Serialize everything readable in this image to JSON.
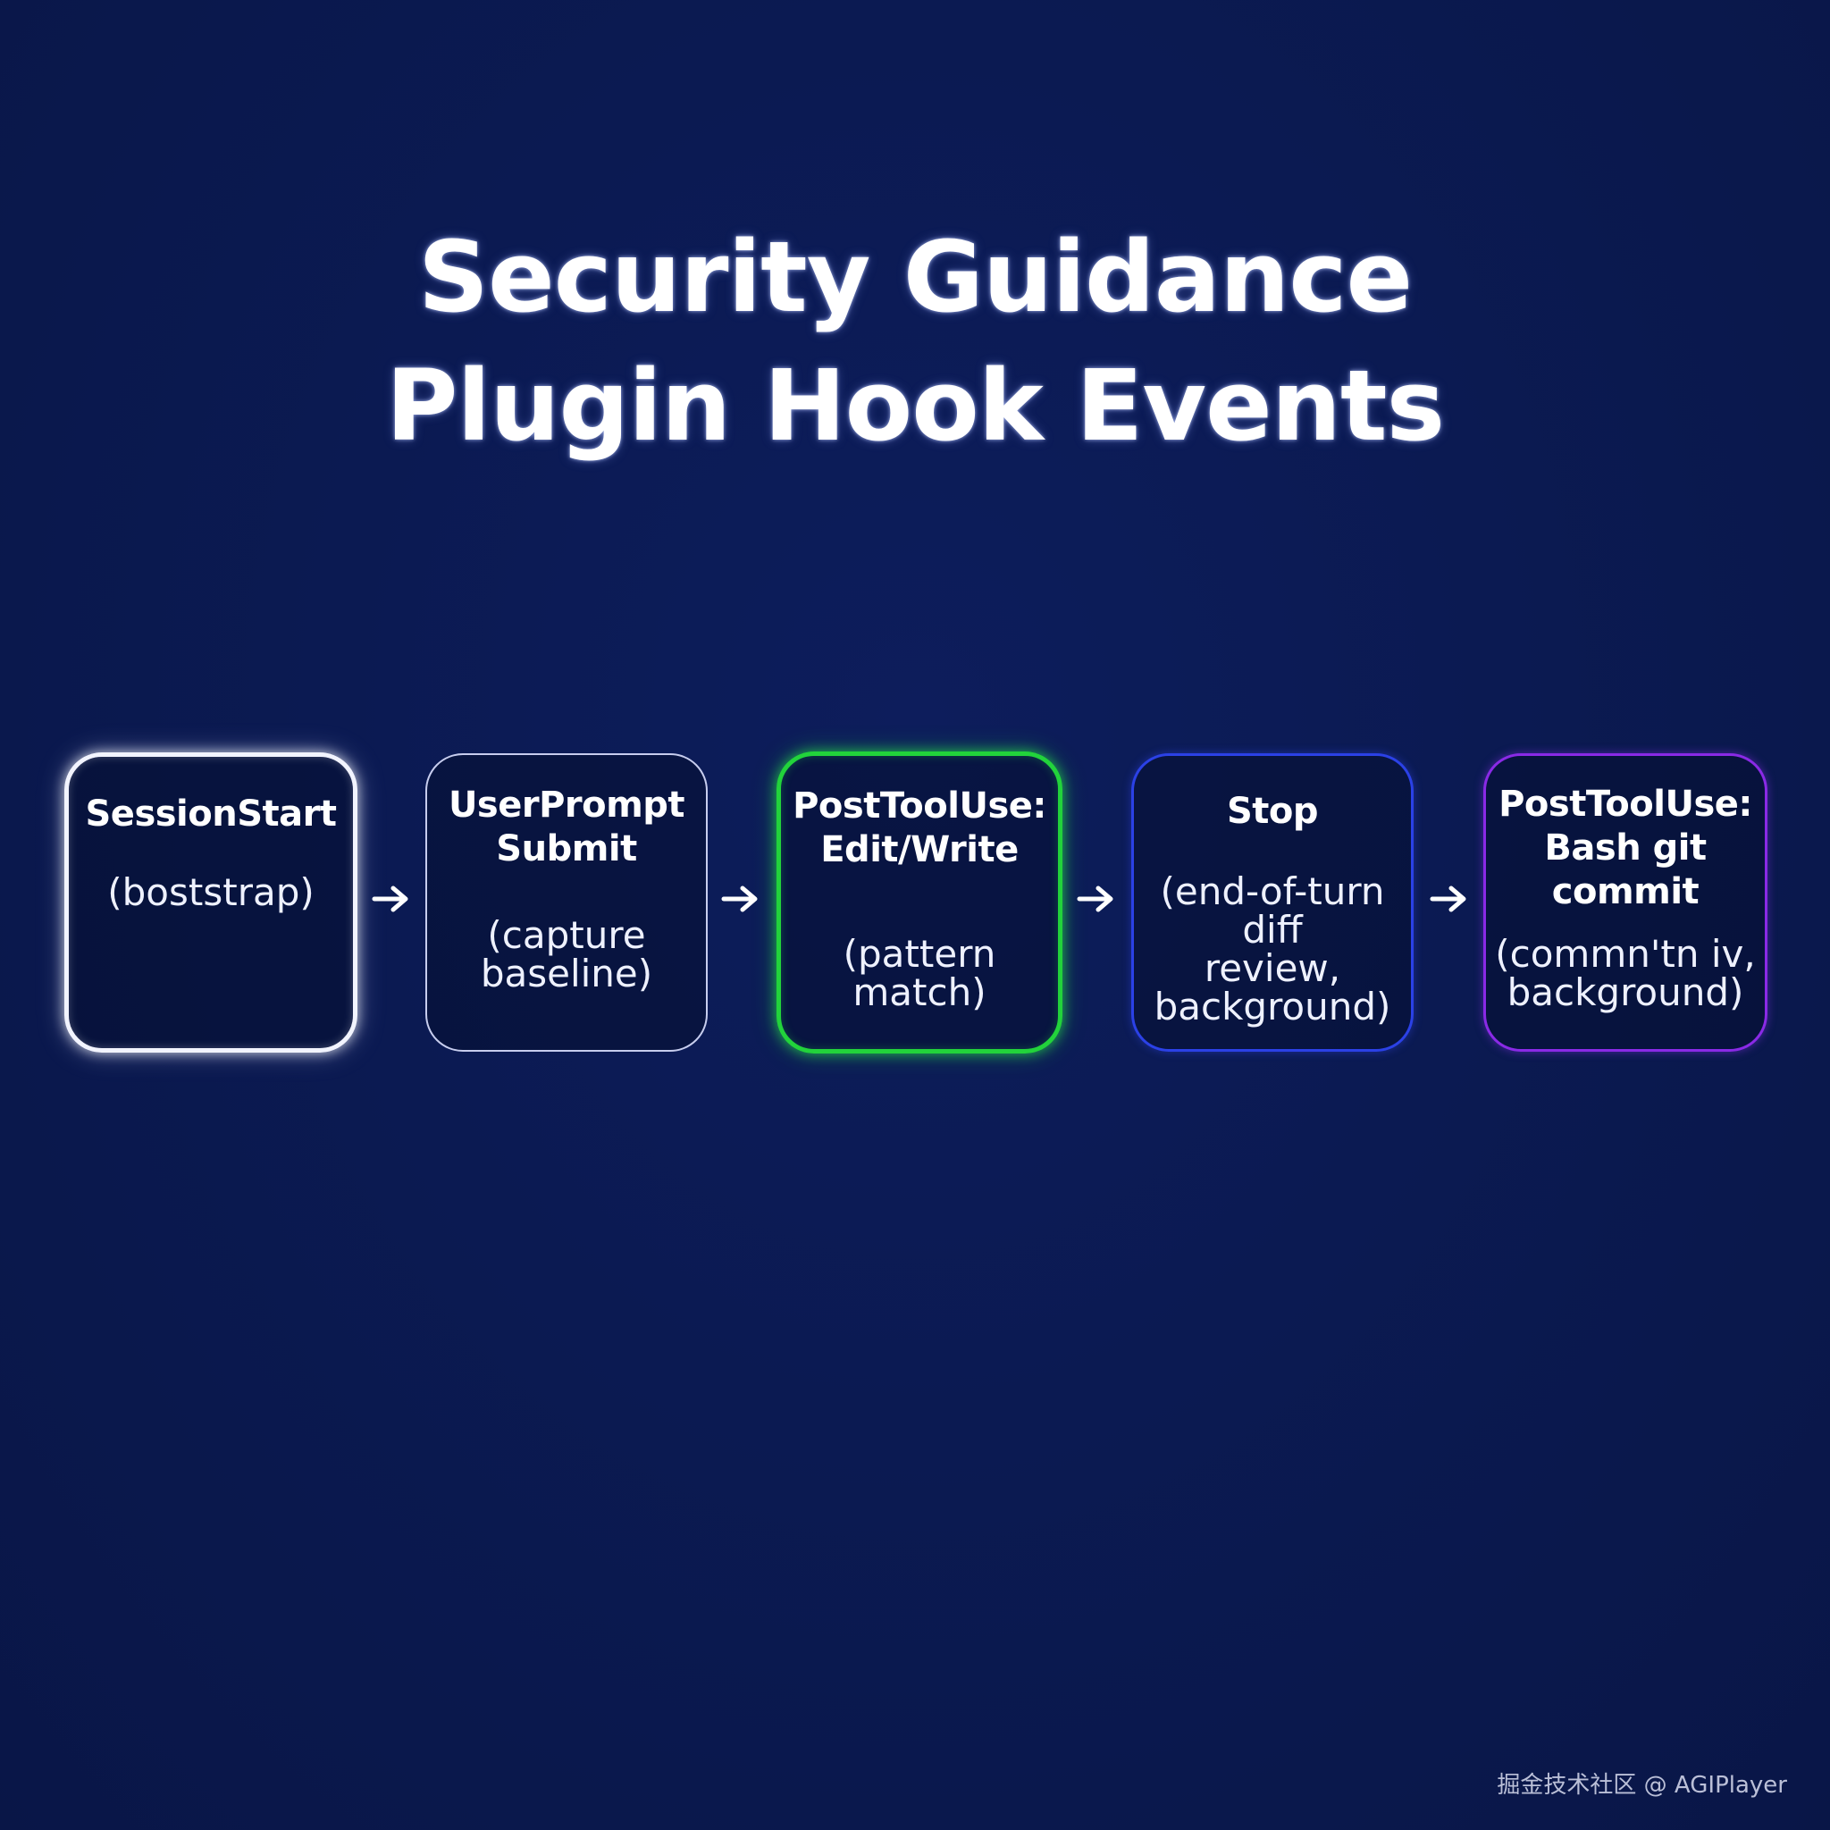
{
  "title": {
    "line1": "Security Guidance",
    "line2": "Plugin Hook Events"
  },
  "events": [
    {
      "name_lines": [
        "SessionStart"
      ],
      "desc_lines": [
        "(boststrap)"
      ],
      "color": "#f2f4ff"
    },
    {
      "name_lines": [
        "UserPrompt",
        "Submit"
      ],
      "desc_lines": [
        "(capture",
        "baseline)"
      ],
      "color": "#c7cdee"
    },
    {
      "name_lines": [
        "PostToolUse:",
        "Edit/Write"
      ],
      "desc_lines": [
        "(pattern",
        "match)"
      ],
      "color": "#22d33b"
    },
    {
      "name_lines": [
        "Stop"
      ],
      "desc_lines": [
        "(end-of-turn",
        "diff",
        "review,",
        "background)"
      ],
      "color": "#2b41e6"
    },
    {
      "name_lines": [
        "PostToolUse:",
        "Bash git",
        "commit"
      ],
      "desc_lines": [
        "(commn'tn iv,",
        "background)"
      ],
      "color": "#8a2ae6"
    }
  ],
  "watermark": "掘金技术社区 @ AGIPlayer"
}
